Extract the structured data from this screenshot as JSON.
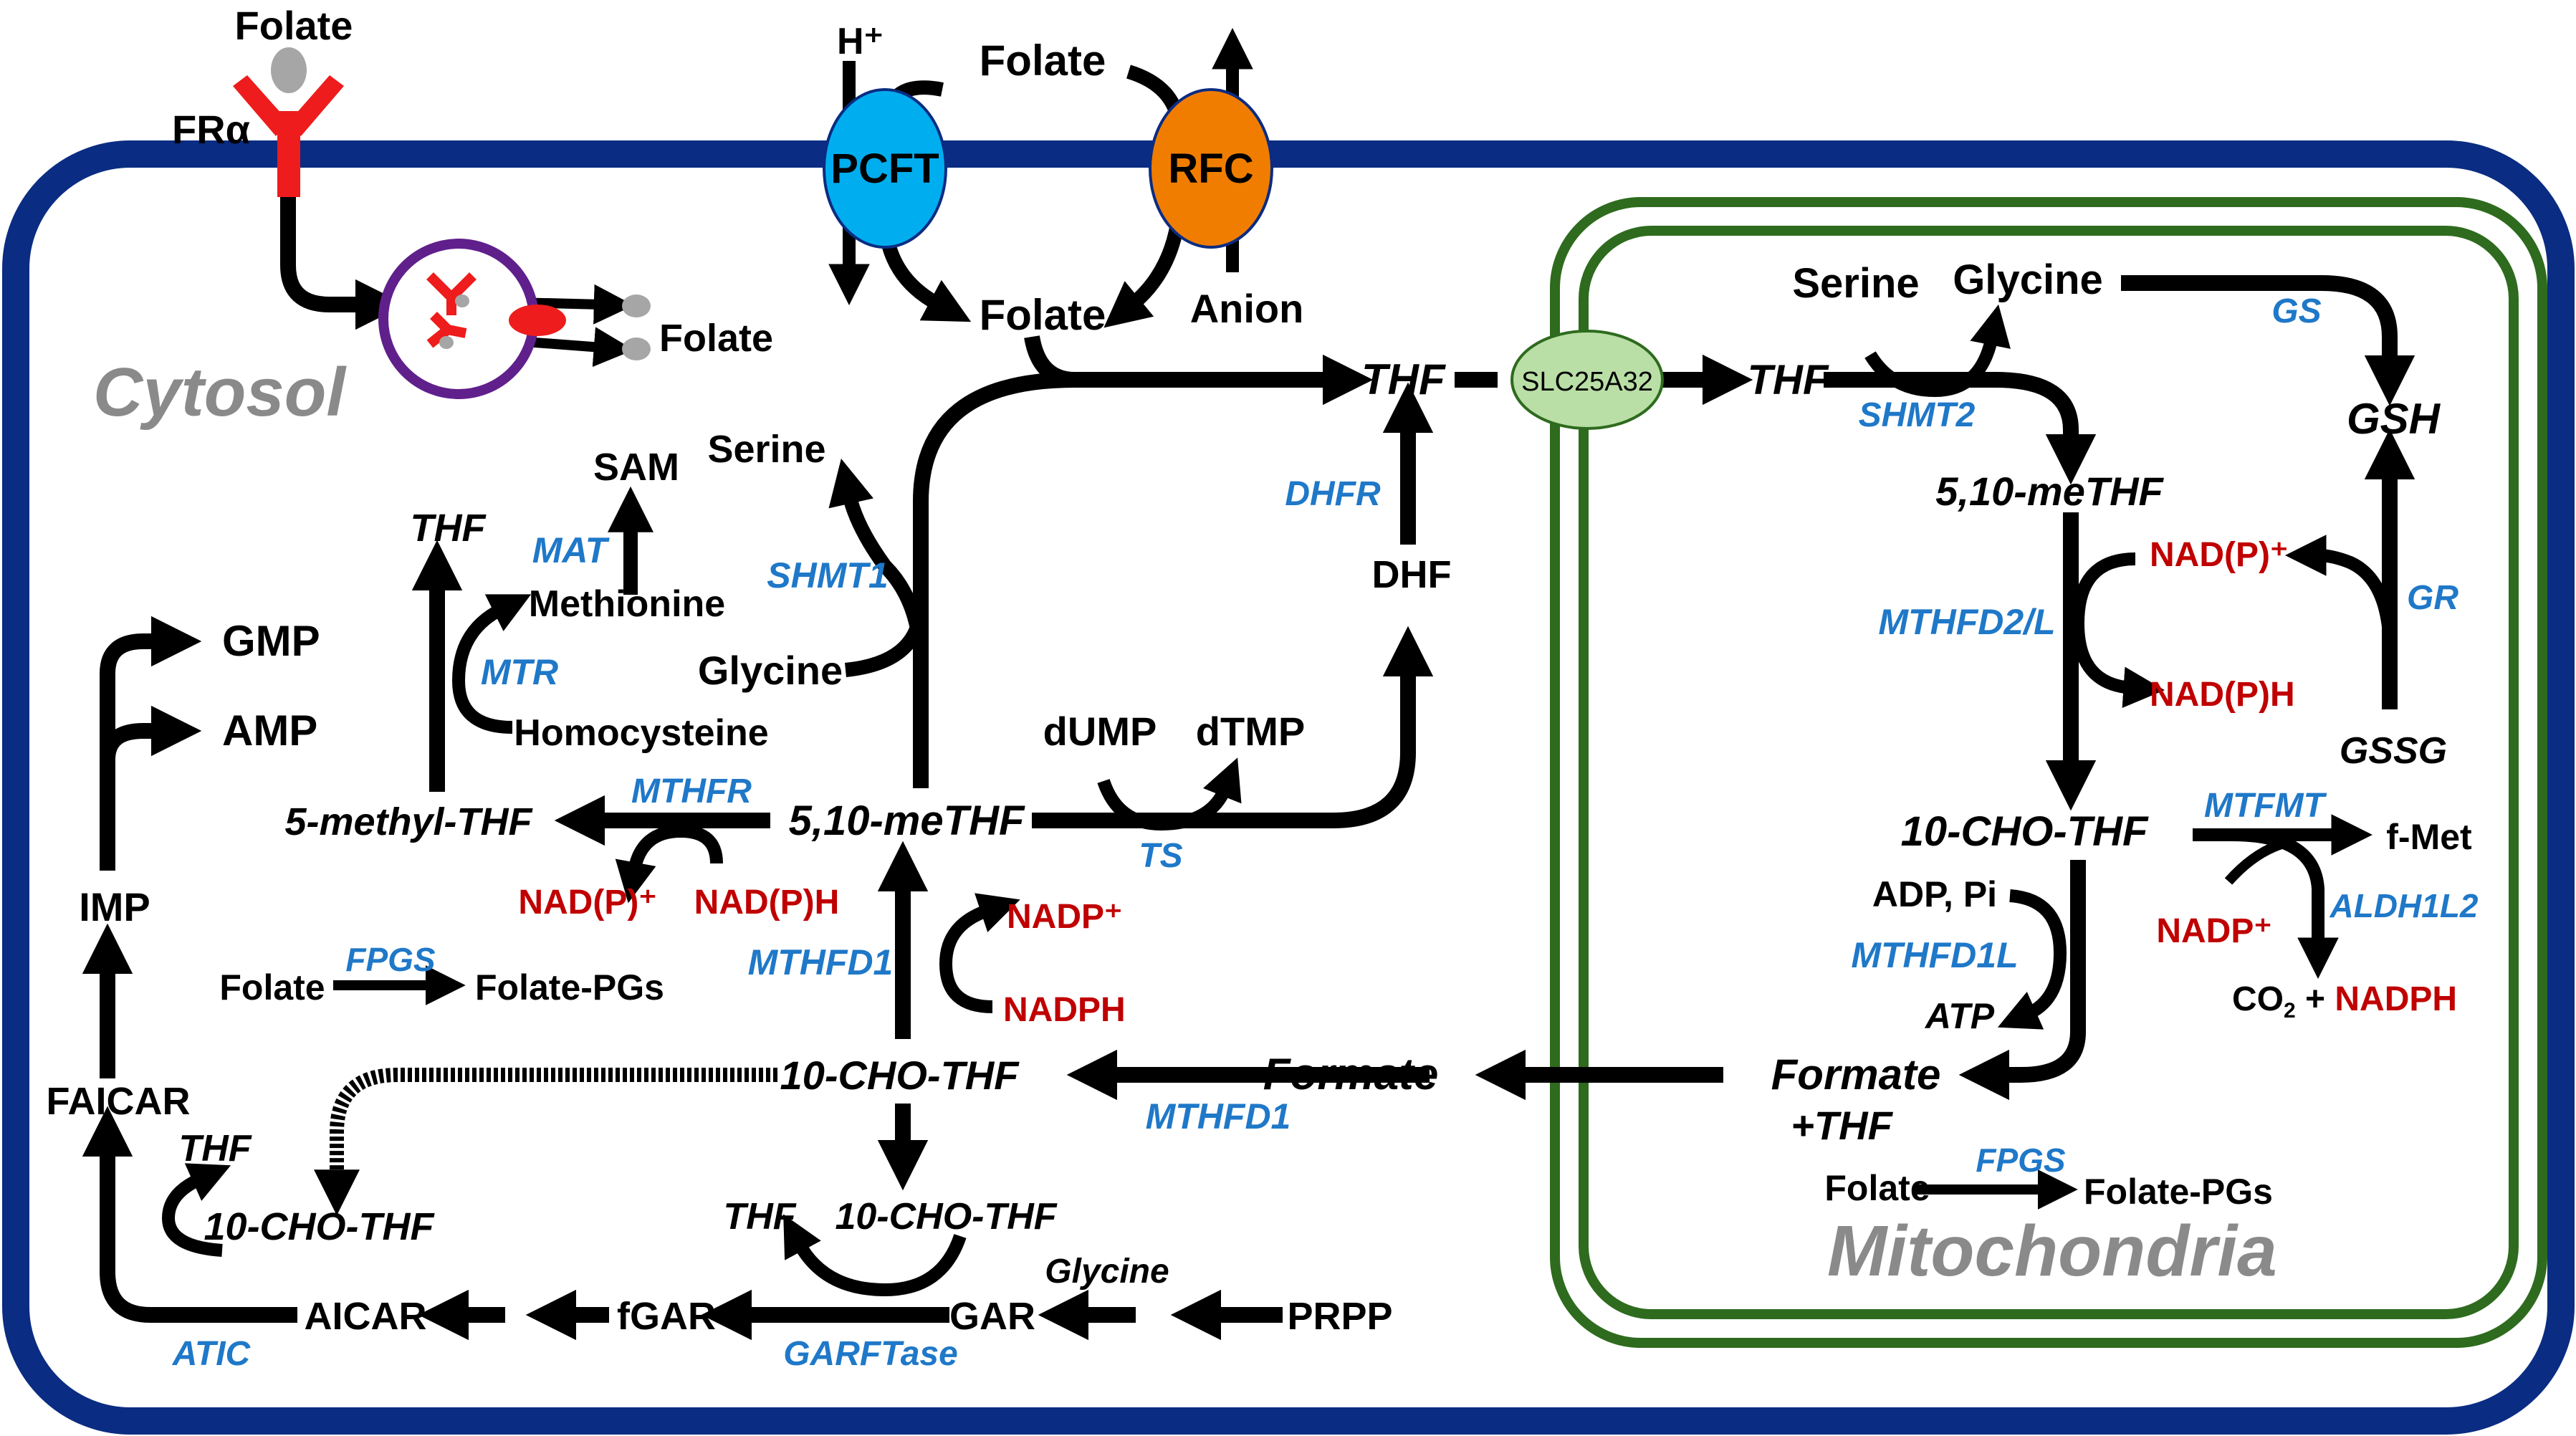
{
  "regions": {
    "cytosol": "Cytosol",
    "mitochondria": "Mitochondria"
  },
  "transporters": {
    "pcft": "PCFT",
    "rfc": "RFC",
    "slc25a32": "SLC25A32",
    "fra": "FRα"
  },
  "extracellular": {
    "folate_fra": "Folate",
    "folate_top": "Folate",
    "h_plus": "H⁺"
  },
  "cytosol": {
    "folate_in": "Folate",
    "anion": "Anion",
    "endosome_folate": "Folate",
    "thf_main": "THF",
    "dhfr": "DHFR",
    "dhf": "DHF",
    "serine": "Serine",
    "sam": "SAM",
    "thf_mtr": "THF",
    "mat": "MAT",
    "methionine": "Methionine",
    "shmt1": "SHMT1",
    "glycine": "Glycine",
    "gmp": "GMP",
    "amp": "AMP",
    "mtr": "MTR",
    "homocysteine": "Homocysteine",
    "dump": "dUMP",
    "dtmp": "dTMP",
    "mthfr": "MTHFR",
    "five_methyl_thf": "5-methyl-THF",
    "me_thf": "5,10-meTHF",
    "ts": "TS",
    "imp": "IMP",
    "nadp_plus_mthfr": "NAD(P)⁺",
    "nadph_mthfr": "NAD(P)H",
    "nadp_plus_mthfd1": "NADP⁺",
    "mthfd1_upper": "MTHFD1",
    "nadph_mthfd1": "NADPH",
    "folate_fpgs": "Folate",
    "fpgs": "FPGS",
    "folate_pgs": "Folate-PGs",
    "faicar": "FAICAR",
    "cho_thf": "10-CHO-THF",
    "formate": "Formate",
    "mthfd1_lower": "MTHFD1",
    "thf_atic": "THF",
    "cho_thf_atic": "10-CHO-THF",
    "thf_garft": "THF",
    "cho_thf_garft": "10-CHO-THF",
    "glycine_gar": "Glycine",
    "aicar": "AICAR",
    "fgar": "fGAR",
    "gar": "GAR",
    "prpp": "PRPP",
    "atic": "ATIC",
    "garftase": "GARFTase"
  },
  "mito": {
    "serine": "Serine",
    "glycine": "Glycine",
    "gs": "GS",
    "thf": "THF",
    "shmt2": "SHMT2",
    "gsh": "GSH",
    "me_thf": "5,10-meTHF",
    "nadp_plus": "NAD(P)⁺",
    "mthfd2": "MTHFD2/L",
    "gr": "GR",
    "nadph": "NAD(P)H",
    "gssg": "GSSG",
    "cho_thf": "10-CHO-THF",
    "mtfmt": "MTFMT",
    "fmet": "f-Met",
    "adp_pi": "ADP, Pi",
    "aldh1l2": "ALDH1L2",
    "nadp_plus_aldh": "NADP⁺",
    "mthfd1l": "MTHFD1L",
    "co2": "CO",
    "co2_sub": "2",
    "co2_plus": " + ",
    "nadph_aldh": "NADPH",
    "atp": "ATP",
    "formate_thf": "Formate",
    "plus_thf": "+THF",
    "folate_fpgs": "Folate",
    "fpgs": "FPGS",
    "folate_pgs": "Folate-PGs"
  },
  "colors": {
    "membrane": "#0a2c82",
    "mito_membrane": "#2e6b1e",
    "enzyme": "#1f78c8",
    "cofactor": "#c00000",
    "region_label": "#8a8a8a",
    "pcft": "#00aeef",
    "rfc": "#f07d00",
    "slc25a32": "#b9dfa6",
    "fra_receptor": "#ee1c1c",
    "folate_ball": "#a6a6a6",
    "endosome": "#60208c"
  }
}
